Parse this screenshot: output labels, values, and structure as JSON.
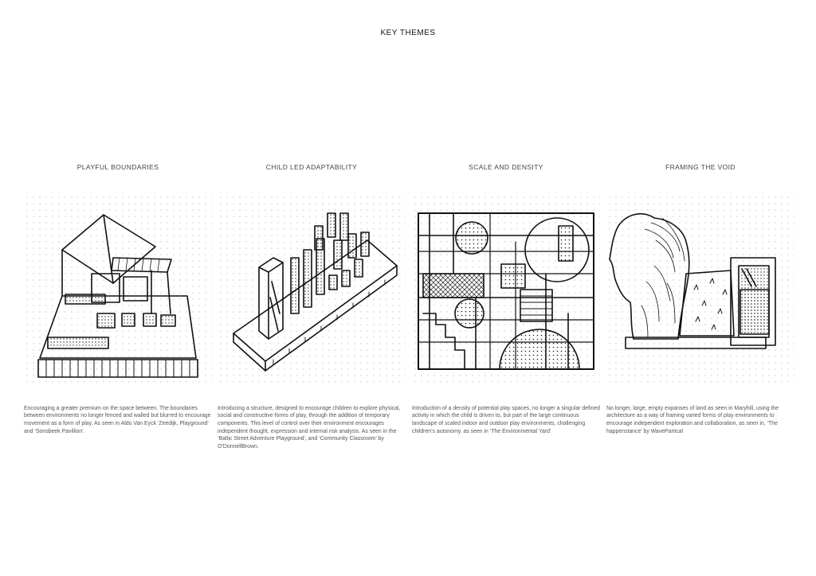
{
  "page": {
    "title": "KEY THEMES"
  },
  "themes": [
    {
      "heading": "PLAYFUL BOUNDARIES",
      "caption": "Encouraging a greater premium on the space between. The boundaries between environments no longer fenced and walled but blurred to encourage movement as a form of play. As seen in Aldo Van Eyck ‘Zeedijk, Playground’ and ‘Sonsbeek Pavillion’."
    },
    {
      "heading": "CHILD LED ADAPTABILITY",
      "caption": "Introducing a structure, designed to encourage children to explore physical, social and constructive forms of play,  through the addition of temporary components. This level of control over their environment encourages independent thought, expression and internal risk analysis. As seen in the ‘Baltic Street Adventure Playground’, and ‘Community Classroom’ by O’DonnellBrown."
    },
    {
      "heading": "SCALE AND DENSITY",
      "caption": "Introduction of a density of potential play spaces, no longer a singular defined activity in which the child is driven to, but part of the large continuous landscape of scaled indoor and outdoor play environments, challenging children’s autonomy. as seen in ‘The Environmental Yard’"
    },
    {
      "heading": "FRAMING THE VOID",
      "caption": "No longer, large, empty expanses of land as seen in Maryhill, using the architecture as a way of framing varied forms of play environments to encourage independent exploration and collaboration, as seen in, ‘The happenstance’ by WavePartical"
    }
  ]
}
